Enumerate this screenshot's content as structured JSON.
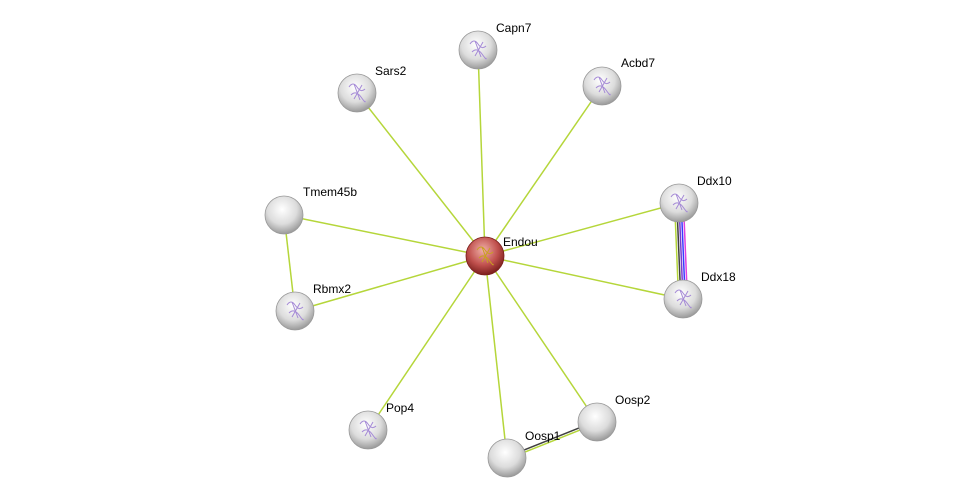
{
  "nodes": [
    {
      "id": "Endou",
      "label": "Endou",
      "query": true,
      "structure": true
    },
    {
      "id": "Capn7",
      "label": "Capn7",
      "structure": true
    },
    {
      "id": "Sars2",
      "label": "Sars2",
      "structure": true
    },
    {
      "id": "Acbd7",
      "label": "Acbd7",
      "structure": true
    },
    {
      "id": "Tmem45b",
      "label": "Tmem45b",
      "structure": false
    },
    {
      "id": "Ddx10",
      "label": "Ddx10",
      "structure": true
    },
    {
      "id": "Ddx18",
      "label": "Ddx18",
      "structure": true
    },
    {
      "id": "Rbmx2",
      "label": "Rbmx2",
      "structure": true
    },
    {
      "id": "Pop4",
      "label": "Pop4",
      "structure": true
    },
    {
      "id": "Oosp1",
      "label": "Oosp1",
      "structure": false
    },
    {
      "id": "Oosp2",
      "label": "Oosp2",
      "structure": false
    }
  ],
  "edges": [
    {
      "from": "Endou",
      "to": "Capn7",
      "colors": [
        "#b5d63a"
      ]
    },
    {
      "from": "Endou",
      "to": "Sars2",
      "colors": [
        "#b5d63a"
      ]
    },
    {
      "from": "Endou",
      "to": "Acbd7",
      "colors": [
        "#b5d63a"
      ]
    },
    {
      "from": "Endou",
      "to": "Tmem45b",
      "colors": [
        "#b5d63a"
      ]
    },
    {
      "from": "Endou",
      "to": "Ddx10",
      "colors": [
        "#b5d63a"
      ]
    },
    {
      "from": "Endou",
      "to": "Ddx18",
      "colors": [
        "#b5d63a"
      ]
    },
    {
      "from": "Endou",
      "to": "Rbmx2",
      "colors": [
        "#b5d63a"
      ]
    },
    {
      "from": "Endou",
      "to": "Pop4",
      "colors": [
        "#b5d63a"
      ]
    },
    {
      "from": "Endou",
      "to": "Oosp1",
      "colors": [
        "#b5d63a"
      ]
    },
    {
      "from": "Endou",
      "to": "Oosp2",
      "colors": [
        "#b5d63a"
      ]
    },
    {
      "from": "Tmem45b",
      "to": "Rbmx2",
      "colors": [
        "#b5d63a"
      ]
    },
    {
      "from": "Ddx10",
      "to": "Ddx18",
      "colors": [
        "#e040e0",
        "#3a3aff",
        "#7a3ad0",
        "#404040",
        "#b5d63a"
      ]
    },
    {
      "from": "Oosp1",
      "to": "Oosp2",
      "colors": [
        "#404040",
        "#b5d63a"
      ]
    }
  ],
  "colors": {
    "query_node": "#c0504d",
    "node": "#e4e4e4"
  }
}
